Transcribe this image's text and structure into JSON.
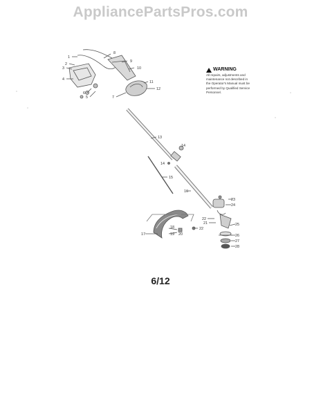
{
  "watermark": "AppliancePartsPros.com",
  "warning": {
    "title": "WARNING",
    "lines": [
      "All repairs, adjustments and",
      "maintenance not described in",
      "the Operator's Manual must be",
      "performed by Qualified Service",
      "Personnel."
    ]
  },
  "callouts": [
    "1",
    "2",
    "3",
    "4",
    "5",
    "6",
    "7",
    "8",
    "9",
    "10",
    "11",
    "12",
    "13",
    "14",
    "14",
    "15",
    "16",
    "17",
    "18",
    "19",
    "20",
    "21",
    "22",
    "22",
    "23",
    "24",
    "25",
    "26",
    "27",
    "28"
  ],
  "page_number": "6/12"
}
